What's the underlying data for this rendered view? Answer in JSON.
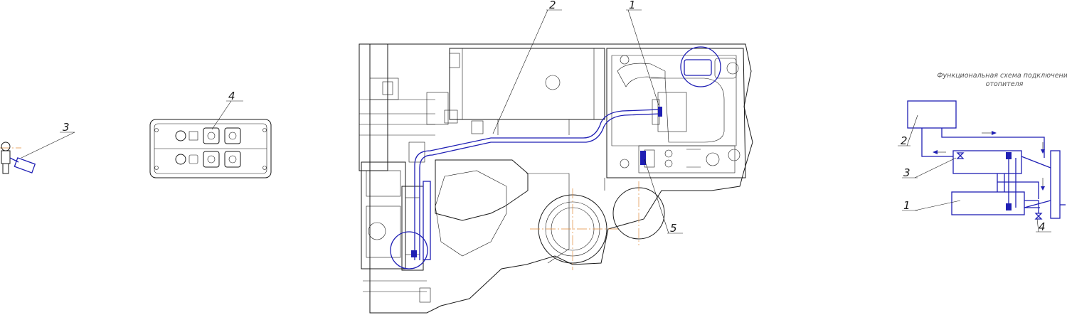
{
  "callouts": {
    "c1": "1",
    "c2": "2",
    "c3": "3",
    "c4": "4",
    "c5": "5"
  },
  "schematic": {
    "caption_line1": "Функциональная схема подключения",
    "caption_line2": "отопителя",
    "labels": {
      "l1": "1",
      "l2": "2",
      "l3": "3",
      "l4": "4"
    }
  },
  "colors": {
    "line": "#1a1a1a",
    "highlight": "#1f1fb4",
    "centerline": "#e28a3a"
  }
}
